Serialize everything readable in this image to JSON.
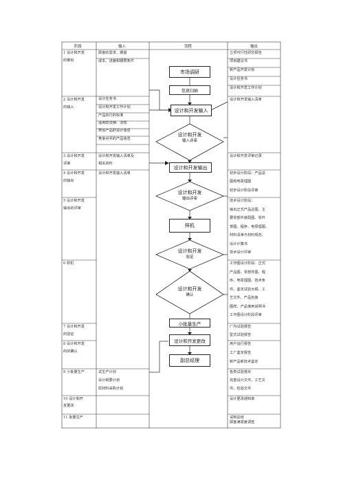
{
  "headers": {
    "stage": "阶段",
    "input": "输入",
    "process": "流程",
    "output": "输出"
  },
  "stages": [
    {
      "lines": [
        "1 设计和开发",
        "的策划"
      ]
    },
    {
      "lines": [
        "2 设计和开发",
        "的输入"
      ]
    },
    {
      "lines": [
        "3 设计和开发",
        "评审"
      ]
    },
    {
      "lines": [
        "4 设计和开发",
        "的输出"
      ]
    },
    {
      "lines": [
        "5 设计和开发",
        "输出的评审"
      ]
    },
    {
      "lines": [
        "6 样机"
      ]
    },
    {
      "lines": [
        "7 设计和开发",
        "的验证"
      ]
    },
    {
      "lines": [
        "8 设计和开发",
        "的的确认"
      ]
    },
    {
      "lines": [
        "9 小批量生产"
      ]
    },
    {
      "lines": [
        "10  设计和开",
        "发更改"
      ]
    },
    {
      "lines": [
        "11 批量生产"
      ]
    }
  ],
  "inputs": [
    {
      "lines": [
        "顾客的需求、期望",
        "成本、进度和期限条件"
      ]
    },
    {
      "lines": [
        "设计任务书",
        "设计和开发工作计划",
        "产品执行的标准",
        "适用的法律、法规",
        "类似产品的设计信息",
        "竞争对手的产品信息"
      ]
    },
    {
      "lines": [
        "设计和开发输入清单及",
        "相关资料"
      ]
    },
    {
      "lines": [
        "设计和开发输入清单"
      ]
    },
    {
      "lines": [
        "试生产计划",
        "设计纲要计划",
        "原材料采购计划"
      ]
    }
  ],
  "process": {
    "market": "市场调研",
    "info": "信息归纳",
    "design_input": "设计和开发输入",
    "review_d_top": "设计和开发",
    "review_d_bot": "输入评审",
    "design_output": "设计和开发输出",
    "output_review_top": "设计和开发",
    "output_review_bot": "输出评审",
    "prototype": "样机",
    "verify_top": "设计和开发",
    "verify_bot": "验证",
    "confirm_top": "设计和开发",
    "confirm_bot": "确认",
    "small_batch": "小批量生产",
    "change": "设计和开发更改",
    "summary": "副总经理"
  },
  "outputs": [
    {
      "lines": [
        "立项可行性研究报告",
        "项目建议书",
        "新产品开发计划",
        "设计任务书",
        "设计和开发工作计划"
      ]
    },
    {
      "lines": [
        "设计和开发输入清单"
      ]
    },
    {
      "lines": [
        "设计和开发评审记录"
      ]
    },
    {
      "lines": [
        "初步设计阶段：产品总",
        "图和电原理图",
        "初步设计阶段评审"
      ]
    },
    {
      "lines": [
        "技术设计阶段：",
        "输出正式产品总图、主",
        "要零部件装配图、零件",
        "草图、程序、电原理图、",
        "材料清单与材料规范、",
        "设计计算书",
        "技术设计评审"
      ]
    },
    {
      "lines": [
        "工作图设计阶段：正式",
        "产品图、零部件图、程",
        "序、电原理图、技术条",
        "件、鉴定试验大纲、工",
        "艺文件、产品包装",
        "图样、产品使用说明书",
        "工作图设计阶段评审"
      ]
    },
    {
      "lines": [
        "厂内试验报告",
        "型式试验报告"
      ]
    },
    {
      "lines": [
        "用户运行报告",
        "工厂鉴定报告",
        "新产品新技术鉴定"
      ]
    },
    {
      "lines": [
        "各类试验落实",
        "完善设计文件、工艺文",
        "件、检验文件"
      ]
    },
    {
      "lines": [
        "设计更改通知单"
      ]
    },
    {
      "lines": [
        "试制总结",
        "顾客满意度调查"
      ]
    }
  ]
}
